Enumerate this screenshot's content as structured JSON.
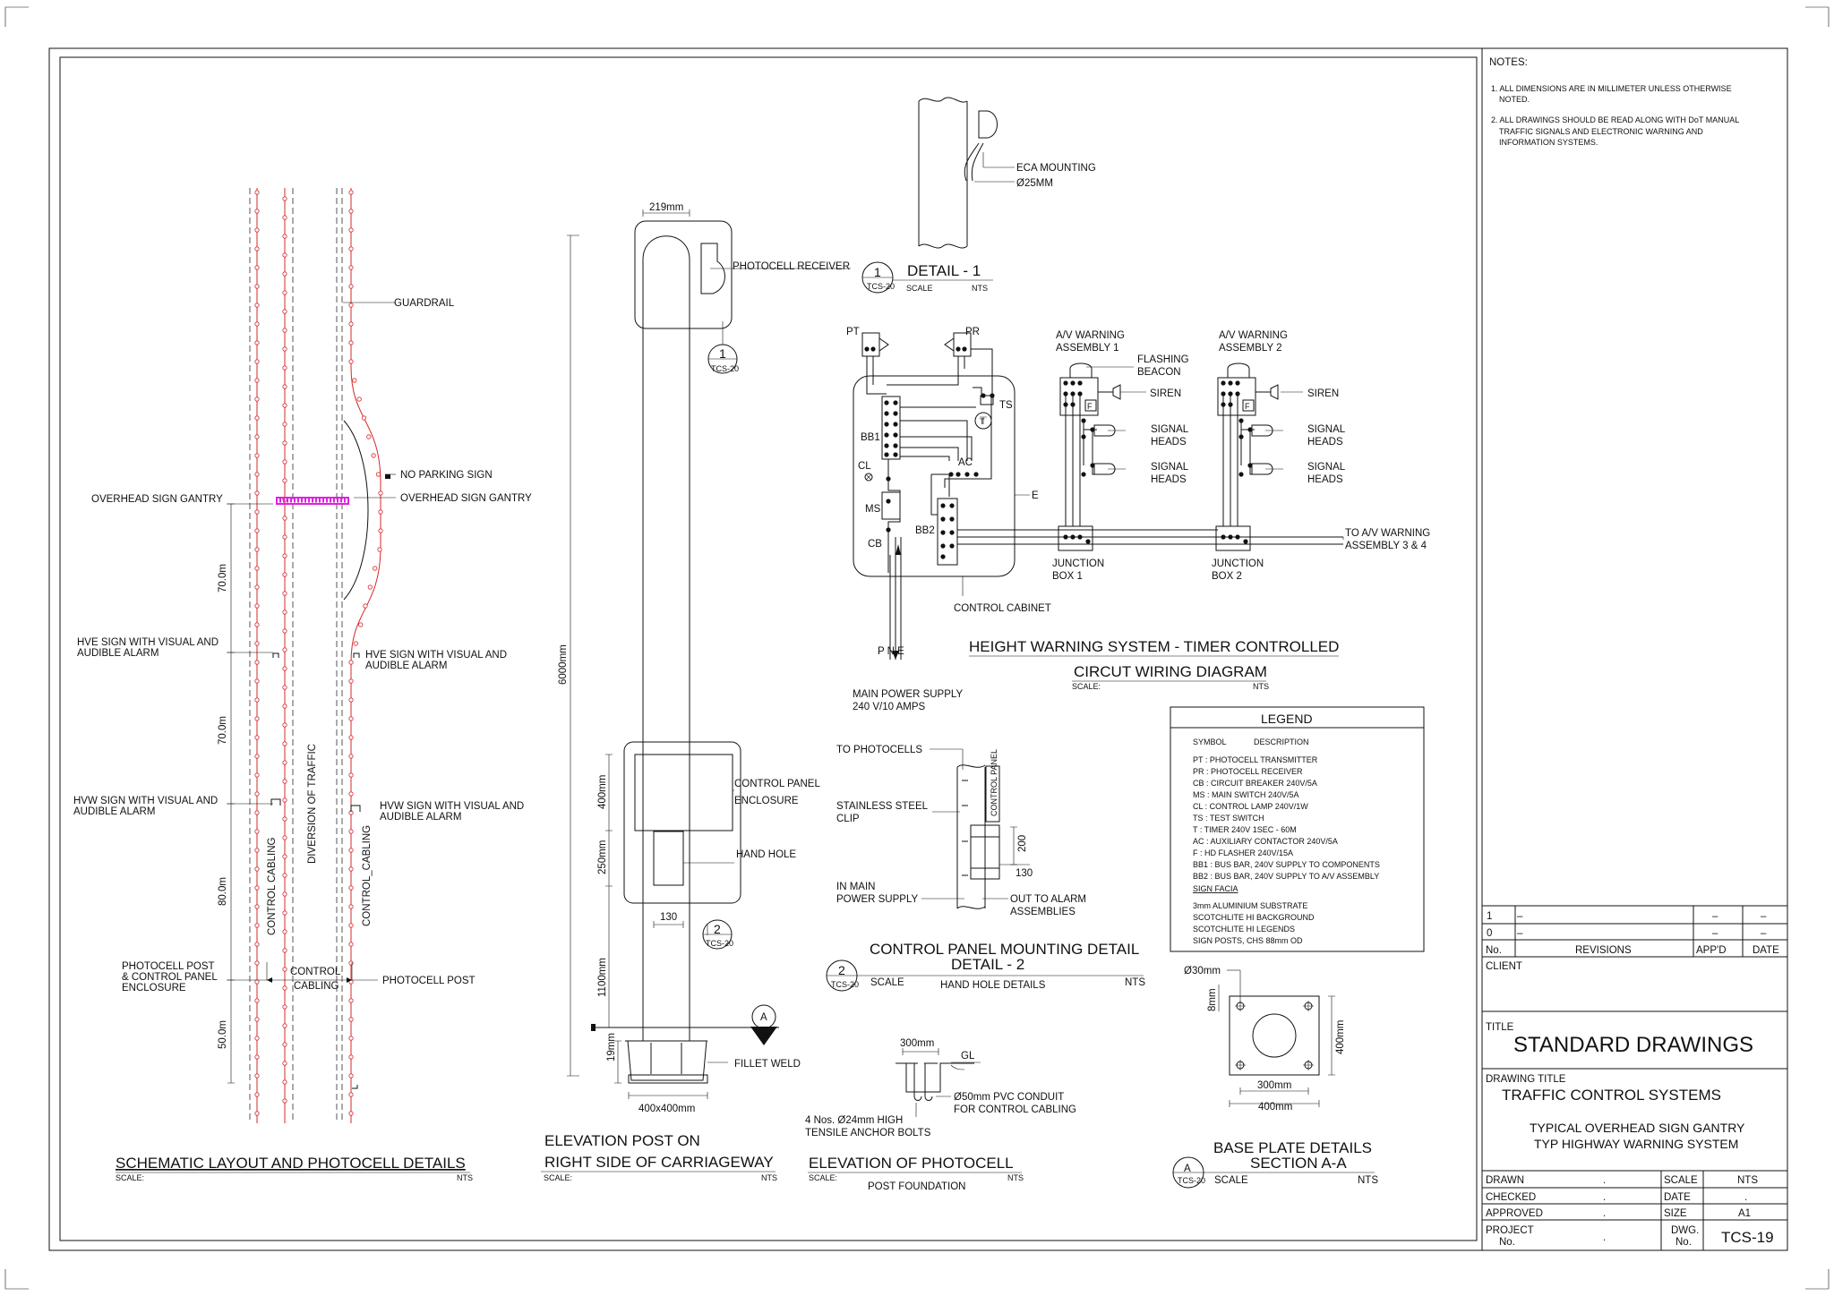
{
  "notes": {
    "heading": "NOTES:",
    "items": [
      "1. ALL DIMENSIONS ARE IN MILLIMETER UNLESS OTHERWISE",
      "NOTED.",
      "2. ALL DRAWINGS SHOULD BE READ ALONG WITH DoT MANUAL",
      "TRAFFIC SIGNALS AND ELECTRONIC WARNING AND",
      "INFORMATION SYSTEMS."
    ]
  },
  "schematic": {
    "title": "SCHEMATIC LAYOUT AND PHOTOCELL DETAILS",
    "scale_label": "SCALE:",
    "scale_value": "NTS",
    "guardrail": "GUARDRAIL",
    "no_parking": "NO PARKING SIGN",
    "gantry_left": "OVERHEAD SIGN GANTRY",
    "gantry_right": "OVERHEAD SIGN GANTRY",
    "hve_left": [
      "HVE SIGN WITH VISUAL AND",
      "AUDIBLE ALARM"
    ],
    "hve_right": [
      "HVE SIGN WITH VISUAL AND",
      "AUDIBLE ALARM"
    ],
    "hvw_left": [
      "HVW SIGN WITH VISUAL AND",
      "AUDIBLE ALARM"
    ],
    "hvw_right": [
      "HVW SIGN WITH VISUAL AND",
      "AUDIBLE ALARM"
    ],
    "photocell_left": [
      "PHOTOCELL POST",
      "& CONTROL PANEL",
      "ENCLOSURE"
    ],
    "photocell_right": "PHOTOCELL POST",
    "control_cabling_v": "CONTROL CABLING",
    "diversion": "DIVERSION OF TRAFFIC",
    "control_cabling_v2": "CONTROL_CABLING",
    "control_cabling_h": [
      "CONTROL",
      "CABLING"
    ],
    "dims": [
      "70.0m",
      "70.0m",
      "80.0m",
      "50.0m"
    ]
  },
  "elevation": {
    "title": [
      "ELEVATION POST ON",
      "RIGHT SIDE OF CARRIAGEWAY"
    ],
    "scale_label": "SCALE:",
    "scale_value": "NTS",
    "dim_top": "219mm",
    "photocell_receiver": "PHOTOCELL RECEIVER",
    "height": "6000mm",
    "control_panel": [
      "CONTROL PANEL",
      "ENCLOSURE"
    ],
    "hand_hole": "HAND HOLE",
    "dim_400": "400mm",
    "dim_250": "250mm",
    "dim_130": "130",
    "dim_1100": "1100mm",
    "dim_19": "19mm",
    "fillet_weld": "FILLET WELD",
    "base": "400x400mm",
    "ref1_num": "1",
    "ref2_num": "2",
    "refA": "A",
    "ref_code": "TCS-20"
  },
  "detail1": {
    "ref_num": "1",
    "ref_code": "TCS-20",
    "title": "DETAIL - 1",
    "scale_label": "SCALE",
    "scale_value": "NTS",
    "eca": "ECA MOUNTING",
    "dia": "Ø25MM"
  },
  "wiring": {
    "title": "HEIGHT WARNING SYSTEM - TIMER CONTROLLED",
    "subtitle": "CIRCUT WIRING DIAGRAM",
    "scale_label": "SCALE:",
    "scale_value": "NTS",
    "pt": "PT",
    "pr": "PR",
    "ts": "TS",
    "bb1": "BB1",
    "cl": "CL",
    "ac": "AC",
    "ms": "MS",
    "cb": "CB",
    "bb2": "BB2",
    "e": "E",
    "t": "T",
    "f": "F",
    "pne": "P N E",
    "power": [
      "MAIN POWER SUPPLY",
      "240 V/10 AMPS"
    ],
    "cabinet": "CONTROL CABINET",
    "av1": [
      "A/V WARNING",
      "ASSEMBLY 1"
    ],
    "av2": [
      "A/V WARNING",
      "ASSEMBLY 2"
    ],
    "flashing": [
      "FLASHING",
      "BEACON"
    ],
    "siren": "SIREN",
    "signal_heads": [
      "SIGNAL",
      "HEADS"
    ],
    "jb1": [
      "JUNCTION",
      "BOX 1"
    ],
    "jb2": [
      "JUNCTION",
      "BOX 2"
    ],
    "to_av": [
      "TO A/V WARNING",
      "ASSEMBLY 3 & 4"
    ]
  },
  "legend": {
    "title": "LEGEND",
    "symbol": "SYMBOL",
    "description": "DESCRIPTION",
    "rows": [
      "PT  : PHOTOCELL TRANSMITTER",
      "PR  : PHOTOCELL RECEIVER",
      "CB  : CIRCUIT BREAKER 240V/5A",
      "MS  : MAIN SWITCH 240V/5A",
      "CL  : CONTROL LAMP 240V/1W",
      "TS  : TEST SWITCH",
      "T   : TIMER 240V 1SEC - 60M",
      "AC  : AUXILIARY CONTACTOR 240V/5A",
      "F   : HD FLASHER 240V/15A",
      "BB1 : BUS BAR, 240V SUPPLY TO COMPONENTS",
      "BB2 : BUS BAR, 240V SUPPLY TO A/V ASSEMBLY"
    ],
    "facia_heading": "SIGN FACIA",
    "facia": [
      "3mm ALUMINIUM SUBSTRATE",
      "SCOTCHLITE HI BACKGROUND",
      "SCOTCHLITE HI LEGENDS",
      "SIGN POSTS, CHS 88mm OD"
    ]
  },
  "detail2": {
    "to_photocells": "TO PHOTOCELLS",
    "clip": [
      "STAINLESS STEEL",
      "CLIP"
    ],
    "main_power": [
      "IN MAIN",
      "POWER SUPPLY"
    ],
    "out_alarm": [
      "OUT TO ALARM",
      "ASSEMBLIES"
    ],
    "panel_label": "CONTROL PANEL",
    "dim_200": "200",
    "dim_130": "130",
    "title": [
      "CONTROL PANEL MOUNTING DETAIL",
      "DETAIL - 2"
    ],
    "ref_num": "2",
    "ref_code": "TCS-20",
    "scale_label": "SCALE",
    "scale_sub": "HAND HOLE DETAILS",
    "scale_value": "NTS"
  },
  "foundation": {
    "dim_300": "300mm",
    "gl": "GL",
    "conduit": [
      "Ø50mm PVC CONDUIT",
      "FOR CONTROL CABLING"
    ],
    "bolts": [
      "4 Nos. Ø24mm HIGH",
      "TENSILE ANCHOR BOLTS"
    ],
    "title": "ELEVATION OF PHOTOCELL",
    "scale_label": "SCALE:",
    "scale_value": "NTS",
    "sub": "POST FOUNDATION"
  },
  "baseplate": {
    "dia": "Ø30mm",
    "dim_8": "8mm",
    "dim_400v": "400mm",
    "dim_300": "300mm",
    "dim_400": "400mm",
    "title": [
      "BASE PLATE DETAILS",
      "SECTION A-A"
    ],
    "ref": "A",
    "ref_code": "TCS-20",
    "scale_label": "SCALE",
    "scale_value": "NTS"
  },
  "titleblock": {
    "rev1": [
      "1",
      "–",
      "–",
      "–"
    ],
    "rev0": [
      "0",
      "–",
      "–",
      "–"
    ],
    "rev_head": [
      "No.",
      "REVISIONS",
      "APP'D",
      "DATE"
    ],
    "client": "CLIENT",
    "title_label": "TITLE",
    "title": "STANDARD DRAWINGS",
    "drawing_title_label": "DRAWING TITLE",
    "drawing_title": "TRAFFIC CONTROL SYSTEMS",
    "subtitle": [
      "TYPICAL OVERHEAD SIGN GANTRY",
      "TYP HIGHWAY WARNING SYSTEM"
    ],
    "drawn": "DRAWN",
    "checked": "CHECKED",
    "approved": "APPROVED",
    "project": [
      "PROJECT",
      "No."
    ],
    "dot": ".",
    "scale": "SCALE",
    "scale_val": "NTS",
    "date": "DATE",
    "date_val": ".",
    "size": "SIZE",
    "size_val": "A1",
    "dwg": [
      "DWG.",
      "No."
    ],
    "dwg_val": "TCS-19"
  },
  "colors": {
    "red": "#d62828",
    "magenta": "#e020e0"
  }
}
